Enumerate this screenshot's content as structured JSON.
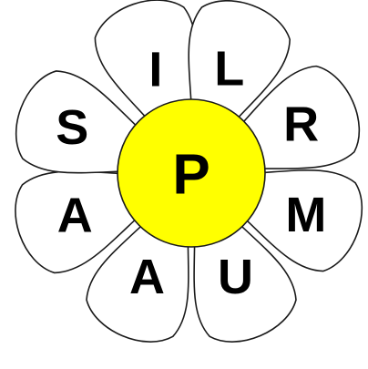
{
  "puzzle": {
    "center_letter": "P",
    "center_color": "#ffff00",
    "petal_letters": [
      "I",
      "L",
      "R",
      "M",
      "U",
      "A",
      "A",
      "S"
    ]
  }
}
